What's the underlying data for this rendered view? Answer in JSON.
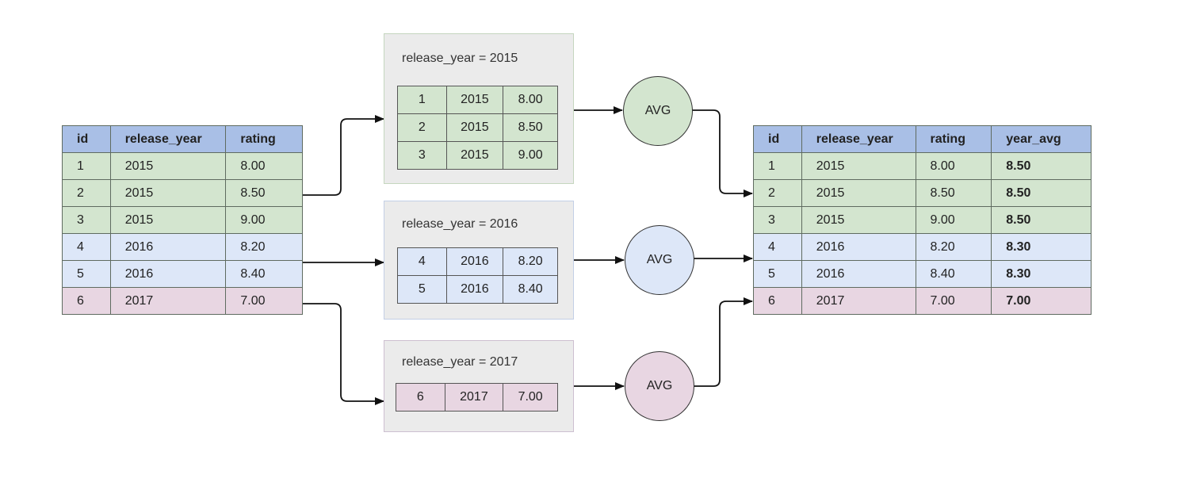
{
  "colors": {
    "header": "#a9bfe6",
    "y2015": "#d3e5cf",
    "y2016": "#dde7f8",
    "y2017": "#e8d6e2",
    "panel_bg": "#ebebeb"
  },
  "input_table": {
    "columns": [
      "id",
      "release_year",
      "rating"
    ],
    "rows": [
      {
        "id": "1",
        "release_year": "2015",
        "rating": "8.00",
        "group": "y2015"
      },
      {
        "id": "2",
        "release_year": "2015",
        "rating": "8.50",
        "group": "y2015"
      },
      {
        "id": "3",
        "release_year": "2015",
        "rating": "9.00",
        "group": "y2015"
      },
      {
        "id": "4",
        "release_year": "2016",
        "rating": "8.20",
        "group": "y2016"
      },
      {
        "id": "5",
        "release_year": "2016",
        "rating": "8.40",
        "group": "y2016"
      },
      {
        "id": "6",
        "release_year": "2017",
        "rating": "7.00",
        "group": "y2017"
      }
    ]
  },
  "partitions": [
    {
      "title": "release_year = 2015",
      "group": "y2015",
      "rows": [
        [
          "1",
          "2015",
          "8.00"
        ],
        [
          "2",
          "2015",
          "8.50"
        ],
        [
          "3",
          "2015",
          "9.00"
        ]
      ]
    },
    {
      "title": "release_year = 2016",
      "group": "y2016",
      "rows": [
        [
          "4",
          "2016",
          "8.20"
        ],
        [
          "5",
          "2016",
          "8.40"
        ]
      ]
    },
    {
      "title": "release_year = 2017",
      "group": "y2017",
      "rows": [
        [
          "6",
          "2017",
          "7.00"
        ]
      ]
    }
  ],
  "aggregators": [
    {
      "label": "AVG",
      "group": "y2015"
    },
    {
      "label": "AVG",
      "group": "y2016"
    },
    {
      "label": "AVG",
      "group": "y2017"
    }
  ],
  "output_table": {
    "columns": [
      "id",
      "release_year",
      "rating",
      "year_avg"
    ],
    "rows": [
      {
        "id": "1",
        "release_year": "2015",
        "rating": "8.00",
        "year_avg": "8.50",
        "group": "y2015"
      },
      {
        "id": "2",
        "release_year": "2015",
        "rating": "8.50",
        "year_avg": "8.50",
        "group": "y2015"
      },
      {
        "id": "3",
        "release_year": "2015",
        "rating": "9.00",
        "year_avg": "8.50",
        "group": "y2015"
      },
      {
        "id": "4",
        "release_year": "2016",
        "rating": "8.20",
        "year_avg": "8.30",
        "group": "y2016"
      },
      {
        "id": "5",
        "release_year": "2016",
        "rating": "8.40",
        "year_avg": "8.30",
        "group": "y2016"
      },
      {
        "id": "6",
        "release_year": "2017",
        "rating": "7.00",
        "year_avg": "7.00",
        "group": "y2017"
      }
    ]
  }
}
